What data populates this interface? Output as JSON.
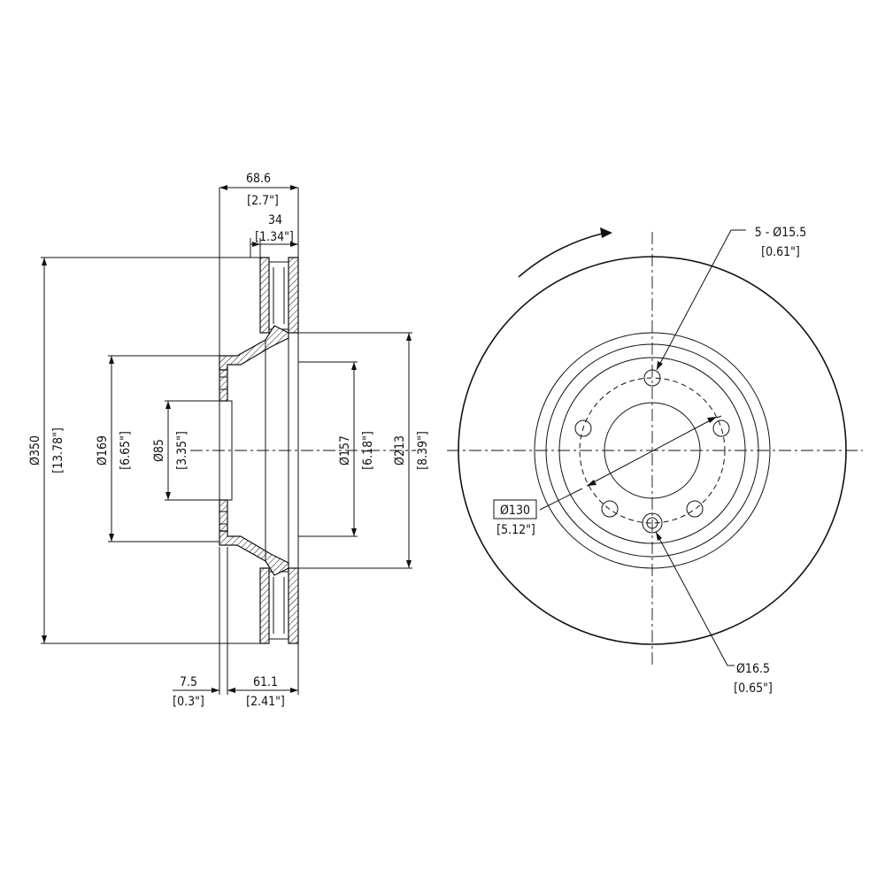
{
  "side_view": {
    "overall_width": {
      "mm": "68.6",
      "in": "[2.7\"]"
    },
    "rotor_width": {
      "mm": "34",
      "in": "[1.34\"]"
    },
    "outer_diameter": {
      "mm": "Ø350",
      "in": "[13.78\"]"
    },
    "hat_diameter": {
      "mm": "Ø169",
      "in": "[6.65\"]"
    },
    "center_bore": {
      "mm": "Ø85",
      "in": "[3.35\"]"
    },
    "inner_diameter": {
      "mm": "Ø157",
      "in": "[6.18\"]"
    },
    "vent_diameter": {
      "mm": "Ø213",
      "in": "[8.39\"]"
    },
    "hat_thickness": {
      "mm": "7.5",
      "in": "[0.3\"]"
    },
    "hat_height": {
      "mm": "61.1",
      "in": "[2.41\"]"
    }
  },
  "front_view": {
    "bolt_holes": {
      "mm": "5 - Ø15.5",
      "in": "[0.61\"]"
    },
    "bolt_circle": {
      "mm": "Ø130",
      "in": "[5.12\"]"
    },
    "locating_hole": {
      "mm": "Ø16.5",
      "in": "[0.65\"]"
    }
  }
}
